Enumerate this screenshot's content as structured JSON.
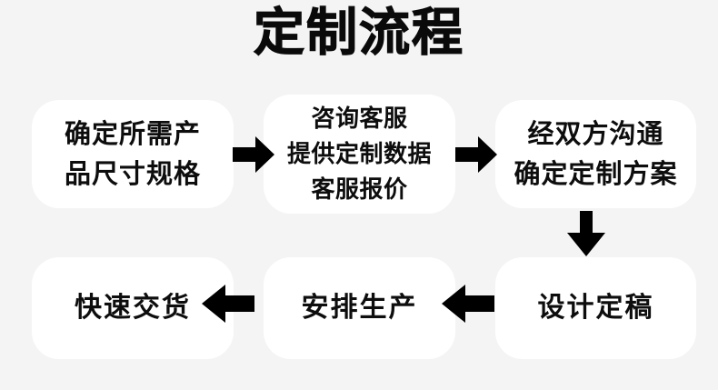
{
  "page": {
    "title": "定制流程",
    "background_color": "#f4f4f4",
    "box_color": "#ffffff",
    "text_color": "#0d0d0d",
    "arrow_color": "#000000"
  },
  "flow": {
    "steps": [
      {
        "id": "step-1",
        "name": "confirm-product-spec",
        "lines": [
          "确定所需产",
          "品尺寸规格"
        ],
        "row": "top",
        "order": 1
      },
      {
        "id": "step-2",
        "name": "consult-customer-service",
        "lines": [
          "咨询客服",
          "提供定制数据",
          "客服报价"
        ],
        "row": "top",
        "order": 2
      },
      {
        "id": "step-3",
        "name": "confirm-custom-plan",
        "lines": [
          "经双方沟通",
          "确定定制方案"
        ],
        "row": "top",
        "order": 3
      },
      {
        "id": "step-4",
        "name": "design-finalized",
        "lines": [
          "设计定稿"
        ],
        "row": "bottom",
        "order": 4
      },
      {
        "id": "step-5",
        "name": "arrange-production",
        "lines": [
          "安排生产"
        ],
        "row": "bottom",
        "order": 5
      },
      {
        "id": "step-6",
        "name": "fast-delivery",
        "lines": [
          "快速交货"
        ],
        "row": "bottom",
        "order": 6
      }
    ],
    "connectors": [
      {
        "name": "arrow-right-step1-step2",
        "direction": "right"
      },
      {
        "name": "arrow-right-step2-step3",
        "direction": "right"
      },
      {
        "name": "arrow-down-step3-step4",
        "direction": "down"
      },
      {
        "name": "arrow-left-step4-step5",
        "direction": "left"
      },
      {
        "name": "arrow-left-step5-step6",
        "direction": "left"
      }
    ]
  }
}
